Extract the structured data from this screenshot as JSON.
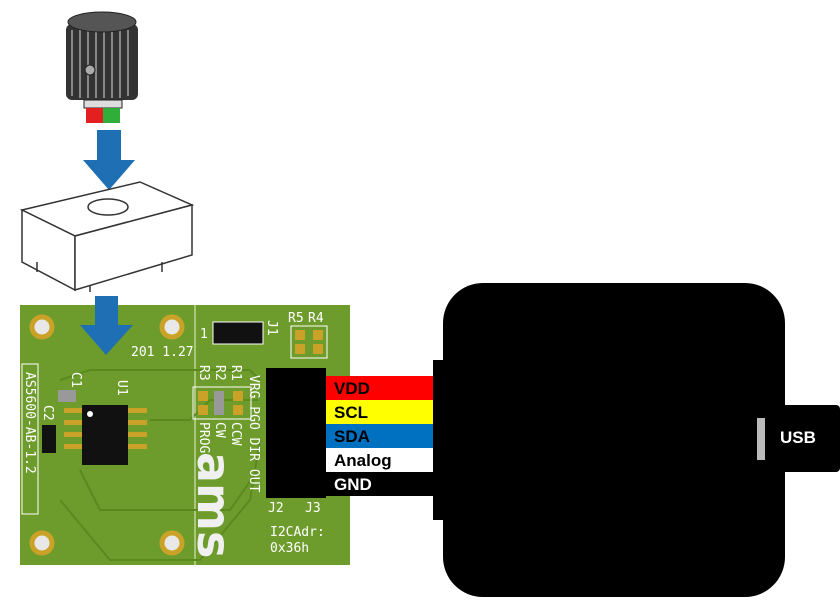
{
  "pcb": {
    "date": "201 1.27",
    "board_name": "AS5600-AB-1.2",
    "chip_label": "U1",
    "c1": "C1",
    "c2": "C2",
    "j1": "J1",
    "pin1": "1",
    "r5": "R5",
    "r4": "R4",
    "r3": "R3",
    "r2": "R2",
    "r1": "R1",
    "prog": "PROG",
    "cw": "CW",
    "ccw": "CCW",
    "pins": "VRG PGO DIR OUT",
    "j2": "J2",
    "j3": "J3",
    "i2c_line1": "I2CAdr:",
    "i2c_line2": "0x36h",
    "logo": "ams"
  },
  "wires": [
    {
      "label": "VDD",
      "color": "#ff0000",
      "text_color": "#000000"
    },
    {
      "label": "SCL",
      "color": "#ffff00",
      "text_color": "#000000"
    },
    {
      "label": "SDA",
      "color": "#0070c0",
      "text_color": "#000000"
    },
    {
      "label": "Analog",
      "color": "#ffffff",
      "text_color": "#000000"
    },
    {
      "label": "GND",
      "color": "#000000",
      "text_color": "#ffffff"
    }
  ],
  "usb": {
    "label": "USB"
  },
  "colors": {
    "arrow": "#1f6fb5",
    "pcb": "#6e9c2c",
    "box": "#000000"
  }
}
